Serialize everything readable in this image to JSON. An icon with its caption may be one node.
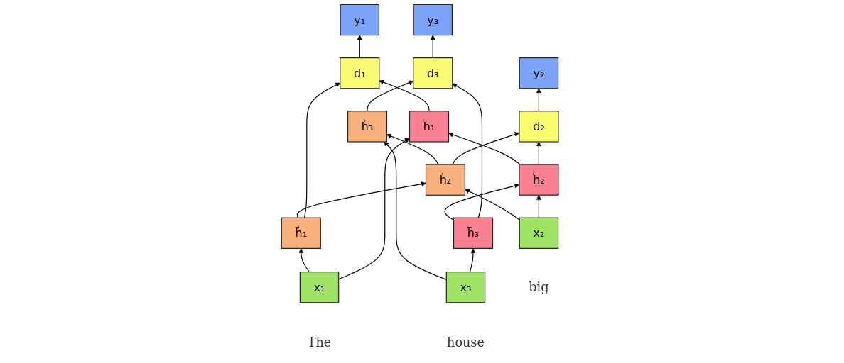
{
  "diagram": {
    "nodes": [
      {
        "text": [
          "y₁"
        ]
      },
      {
        "text": [
          "y₂"
        ]
      },
      {
        "text": [
          "y₃"
        ]
      },
      {
        "text": [
          "d₁"
        ]
      },
      {
        "text": [
          "d₂"
        ]
      },
      {
        "text": [
          "d₃"
        ]
      },
      {
        "text": [
          "h⃖₁"
        ]
      },
      {
        "text": [
          "h⃖₂"
        ]
      },
      {
        "text": [
          "h⃖₃"
        ]
      },
      {
        "text": [
          "h⃗₁"
        ]
      },
      {
        "text": [
          "h⃗₂"
        ]
      },
      {
        "text": [
          "h⃗₃"
        ]
      },
      {
        "text": [
          "x₁"
        ],
        "beside": [
          "The"
        ]
      },
      {
        "text": [
          "x₂"
        ],
        "beside": [
          "big"
        ]
      },
      {
        "text": [
          "x₃"
        ],
        "beside": [
          "house"
        ]
      }
    ],
    "edges": [
      {
        "from": 3,
        "to": 0,
        "arrow": "to"
      },
      {
        "from": 4,
        "to": 1,
        "arrow": "to"
      },
      {
        "from": 5,
        "to": 2,
        "arrow": "to"
      },
      {
        "from": 6,
        "to": 3,
        "arrow": "to"
      },
      {
        "from": 9,
        "to": 3,
        "arrow": "to"
      },
      {
        "from": 7,
        "to": 4,
        "arrow": "to"
      },
      {
        "from": 10,
        "to": 4,
        "arrow": "to"
      },
      {
        "from": 8,
        "to": 5,
        "arrow": "to"
      },
      {
        "from": 11,
        "to": 5,
        "arrow": "to"
      },
      {
        "from": 8,
        "to": 7,
        "arrow": "to"
      },
      {
        "from": 7,
        "to": 6,
        "arrow": "to"
      },
      {
        "from": 9,
        "to": 10,
        "arrow": "to"
      },
      {
        "from": 10,
        "to": 11,
        "arrow": "to"
      },
      {
        "from": 12,
        "to": 6,
        "arrow": "to"
      },
      {
        "from": 12,
        "to": 9,
        "arrow": "to"
      },
      {
        "from": 13,
        "to": 7,
        "arrow": "to"
      },
      {
        "from": 13,
        "to": 10,
        "arrow": "to"
      },
      {
        "from": 14,
        "to": 8,
        "arrow": "to"
      },
      {
        "from": 14,
        "to": 11,
        "arrow": "to"
      }
    ]
  }
}
